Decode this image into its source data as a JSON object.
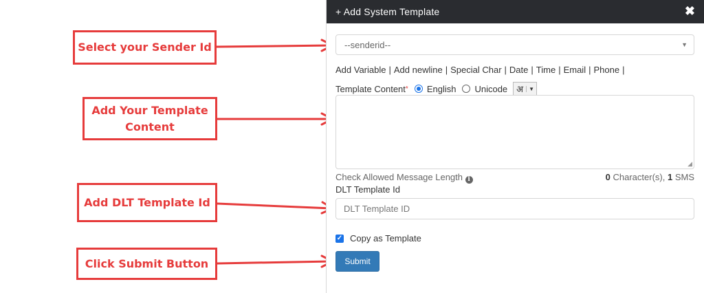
{
  "annotations": {
    "sender": "Select your Sender Id",
    "content_line1": "Add Your Template",
    "content_line2": "Content",
    "dlt": "Add DLT Template Id",
    "submit": "Click Submit Button"
  },
  "modal": {
    "title": "+ Add System Template",
    "close": "✖",
    "sender_select": {
      "value": "--senderid--",
      "caret": "▼"
    },
    "toolbar_links": [
      "Add Variable",
      "Add newline",
      "Special Char",
      "Date",
      "Time",
      "Email",
      "Phone"
    ],
    "separator": "|",
    "template_content_label": "Template Content",
    "required_mark": "*",
    "lang_options": [
      "English",
      "Unicode"
    ],
    "lang_selected": "English",
    "lang_glyph": "अ",
    "lang_drop": "▼",
    "check_length_label": "Check Allowed Message Length",
    "char_count": "0",
    "char_label": "Character(s),",
    "sms_count": "1",
    "sms_label": "SMS",
    "dlt_label": "DLT Template Id",
    "dlt_placeholder": "DLT Template ID",
    "copy_template_label": "Copy as Template",
    "copy_template_checked": true,
    "submit_label": "Submit"
  },
  "colors": {
    "accent_red": "#e63b3b",
    "header_bg": "#2a2c30",
    "primary_button": "#337ab7"
  }
}
